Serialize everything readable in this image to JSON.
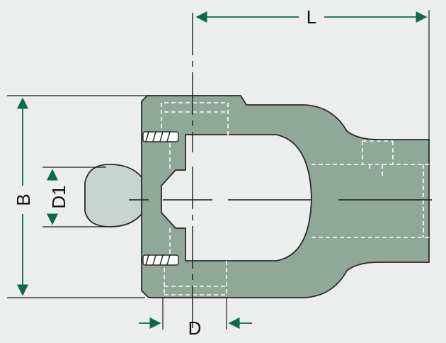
{
  "diagram": {
    "labels": {
      "length": "L",
      "height": "B",
      "bore": "D",
      "ball_diameter": "D1"
    },
    "colors": {
      "background": "#eceeee",
      "body": "#8fa89a",
      "ball": "#c9d3d0",
      "outline": "#2a2a2a",
      "dimension": "#0b6b48",
      "hidden_line": "#ffffff"
    }
  }
}
